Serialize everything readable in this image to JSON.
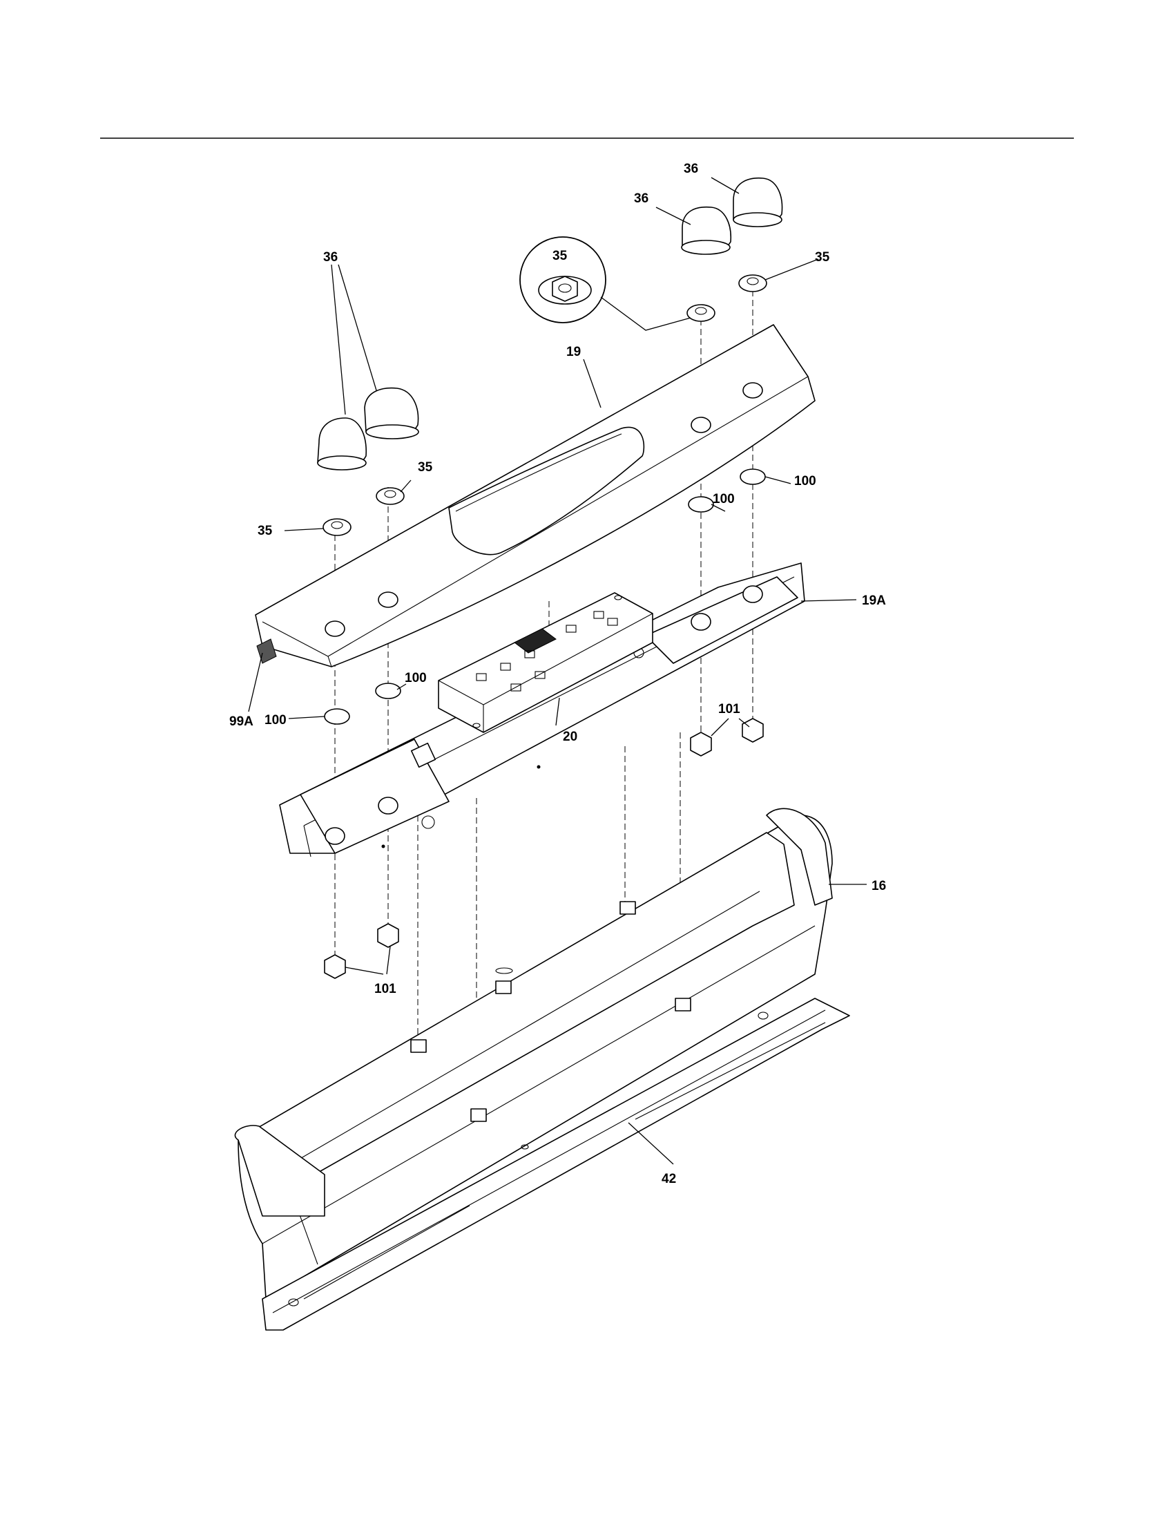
{
  "callouts": {
    "c36a": "36",
    "c36b": "36",
    "c36c": "36",
    "c35_detail": "35",
    "c35a": "35",
    "c35b": "35",
    "c35c": "35",
    "c19": "19",
    "c19A": "19A",
    "c20": "20",
    "c99A": "99A",
    "c100a": "100",
    "c100b": "100",
    "c100c": "100",
    "c100d": "100",
    "c101a": "101",
    "c101b": "101",
    "c16": "16",
    "c42": "42"
  }
}
